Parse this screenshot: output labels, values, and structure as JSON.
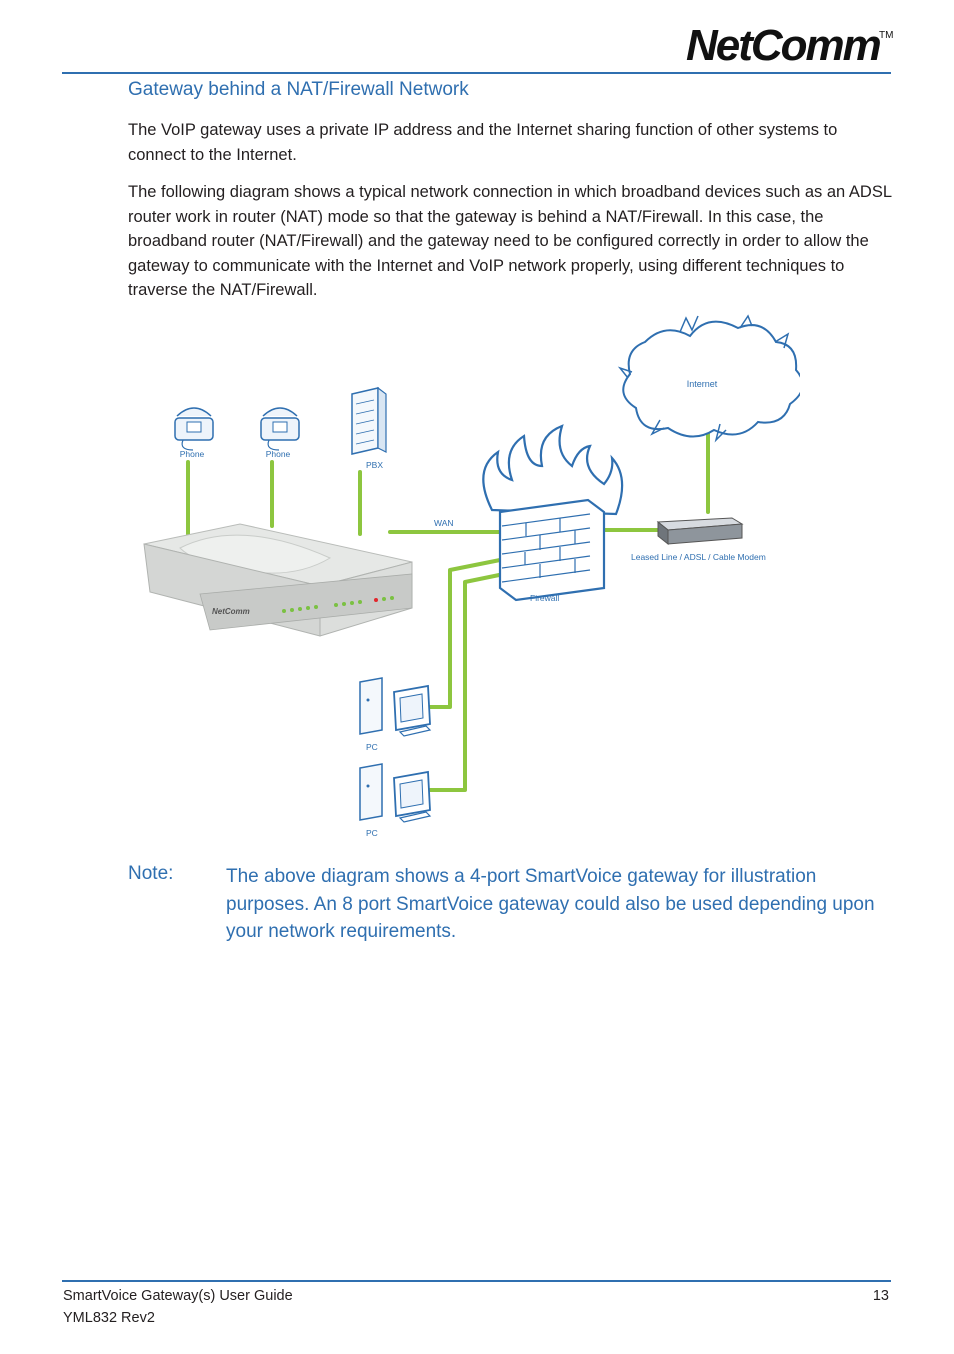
{
  "header": {
    "logo_text": "NetComm",
    "trademark": "TM"
  },
  "section": {
    "heading": "Gateway behind a NAT/Firewall Network",
    "paragraphs": [
      "The VoIP gateway uses a private IP address and the Internet sharing function of other systems to connect to the Internet.",
      "The following diagram shows a typical network connection in which broadband devices such as an ADSL router work in router (NAT) mode so that the gateway is behind a NAT/Firewall. In this case, the broadband router (NAT/Firewall) and the gateway need to be configured correctly in order to allow the gateway to communicate with the Internet and VoIP network properly, using different techniques to traverse the NAT/Firewall."
    ]
  },
  "diagram": {
    "labels": {
      "internet": "Internet",
      "phone1": "Phone",
      "phone2": "Phone",
      "pbx": "PBX",
      "wan": "WAN",
      "modem": "Leased Line / ADSL / Cable Modem",
      "firewall": "Firewall",
      "pc1": "PC",
      "pc2": "PC",
      "device_brand": "NetComm"
    },
    "colors": {
      "link": "#8dc63f",
      "firewall_outline": "#2f6fb0",
      "label": "#2f6fb0"
    }
  },
  "note": {
    "label": "Note:",
    "text": "The above diagram shows a 4-port SmartVoice gateway for illustration purposes. An 8 port SmartVoice gateway could also be used depending upon your network requirements."
  },
  "footer": {
    "title": "SmartVoice Gateway(s) User Guide",
    "revision": "YML832 Rev2",
    "page_number": "13"
  }
}
